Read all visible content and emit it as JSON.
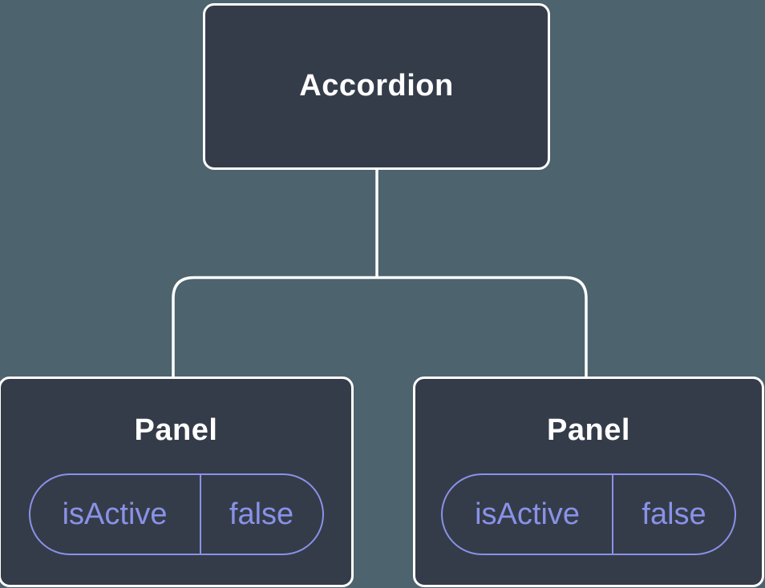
{
  "diagram": {
    "type": "component-tree",
    "colors": {
      "background": "#4d636d",
      "node_fill": "#353c49",
      "line": "#ffffff",
      "text": "#ffffff",
      "accent": "#8992e8"
    },
    "root": {
      "label": "Accordion"
    },
    "children": [
      {
        "label": "Panel",
        "state": {
          "key": "isActive",
          "value": "false"
        }
      },
      {
        "label": "Panel",
        "state": {
          "key": "isActive",
          "value": "false"
        }
      }
    ]
  }
}
